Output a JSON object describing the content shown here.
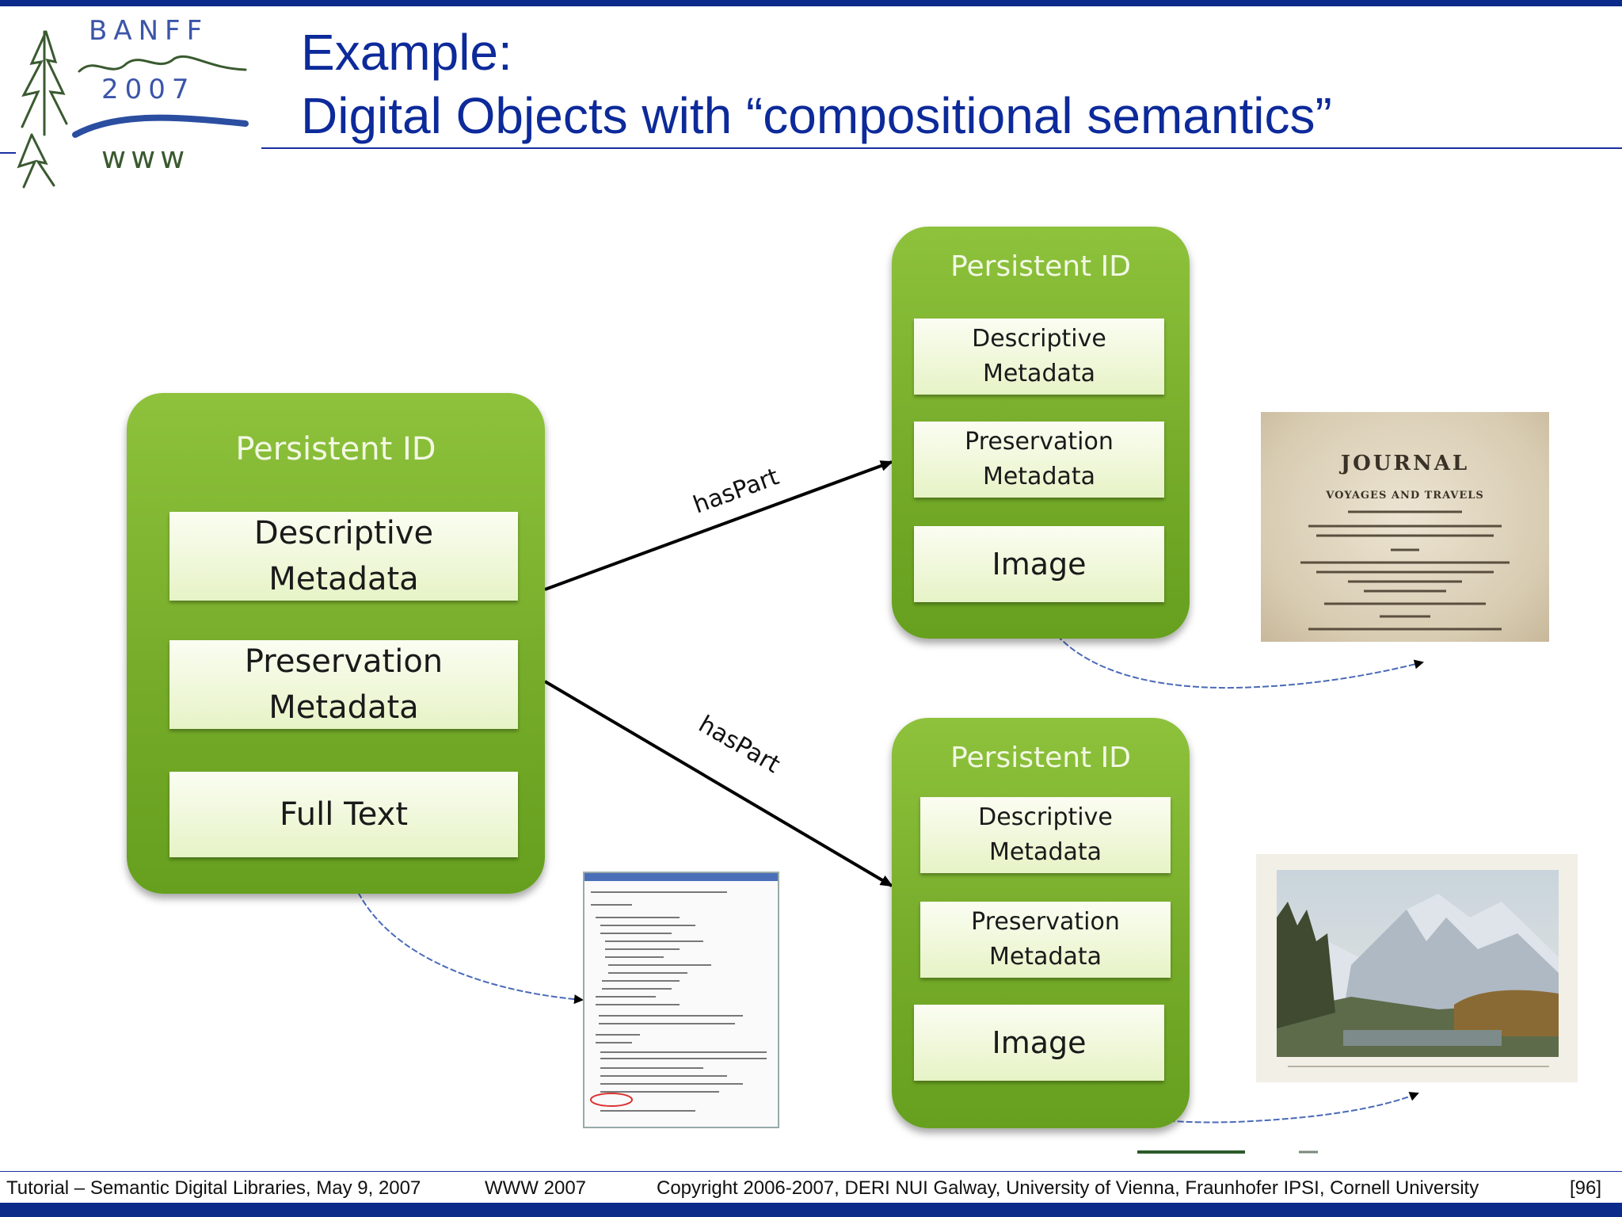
{
  "slide": {
    "title_line1": "Example:",
    "title_line2": "Digital Objects with “compositional semantics”"
  },
  "logo": {
    "line1": "BANFF",
    "line2": "2007",
    "line3": "www"
  },
  "diagram": {
    "main": {
      "title": "Persistent ID",
      "parts": [
        "Descriptive\nMetadata",
        "Preservation\nMetadata",
        "Full Text"
      ]
    },
    "top": {
      "title": "Persistent ID",
      "parts": [
        "Descriptive\nMetadata",
        "Preservation\nMetadata",
        "Image"
      ]
    },
    "bottom": {
      "title": "Persistent ID",
      "parts": [
        "Descriptive\nMetadata",
        "Preservation\nMetadata",
        "Image"
      ]
    },
    "edge_label_top": "hasPart",
    "edge_label_bottom": "hasPart",
    "journal_heading": "JOURNAL",
    "journal_subheading": "VOYAGES AND TRAVELS"
  },
  "colors": {
    "card_green": "#76ac2a",
    "cell_light": "#eef7d6",
    "title_blue": "#0d2a9a",
    "bar_blue": "#0b2a8a"
  },
  "footer": {
    "left": "Tutorial – Semantic Digital Libraries, May 9, 2007",
    "center": "WWW 2007",
    "right": "Copyright 2006-2007, DERI NUI Galway, University of Vienna, Fraunhofer IPSI, Cornell University",
    "page": "[96]"
  }
}
